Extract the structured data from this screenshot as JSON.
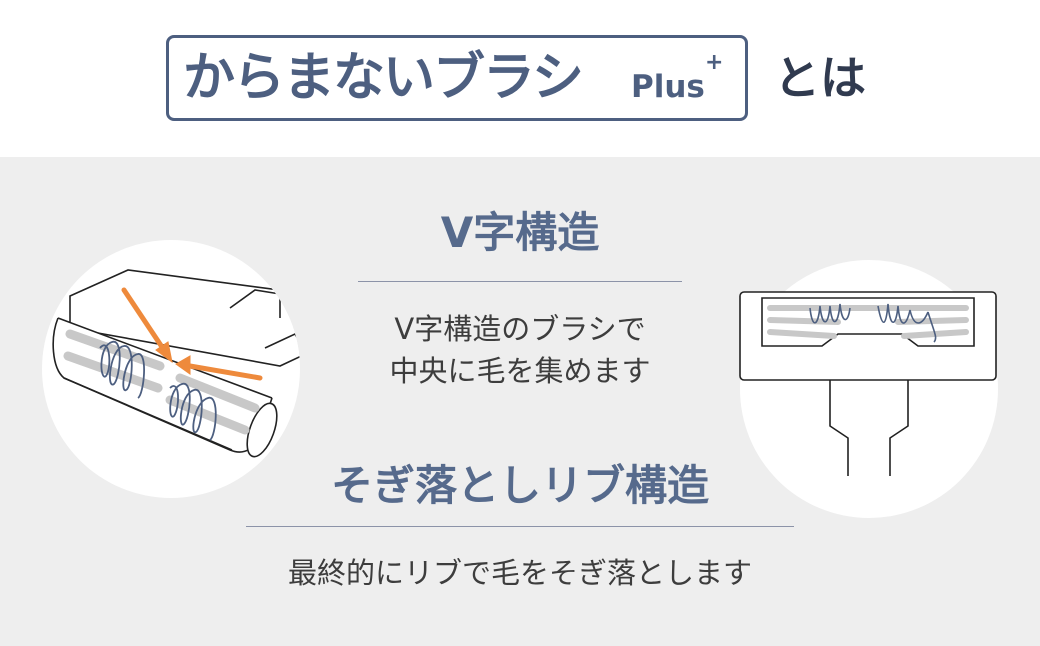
{
  "header": {
    "logo_main": "からまないブラシ",
    "logo_plus": "Plus",
    "logo_plus_mark": "+",
    "suffix": "とは"
  },
  "section1": {
    "title": "V字構造",
    "line1": "V字構造のブラシで",
    "line2": "中央に毛を集めます"
  },
  "section2": {
    "title": "そぎ落としリブ構造",
    "line1": "最終的にリブで毛をそぎ落とします"
  },
  "colors": {
    "accent": "#566a8c",
    "logo": "#4d5f80",
    "arrow": "#ee8a3c",
    "panel_bg": "#eeeeee"
  }
}
